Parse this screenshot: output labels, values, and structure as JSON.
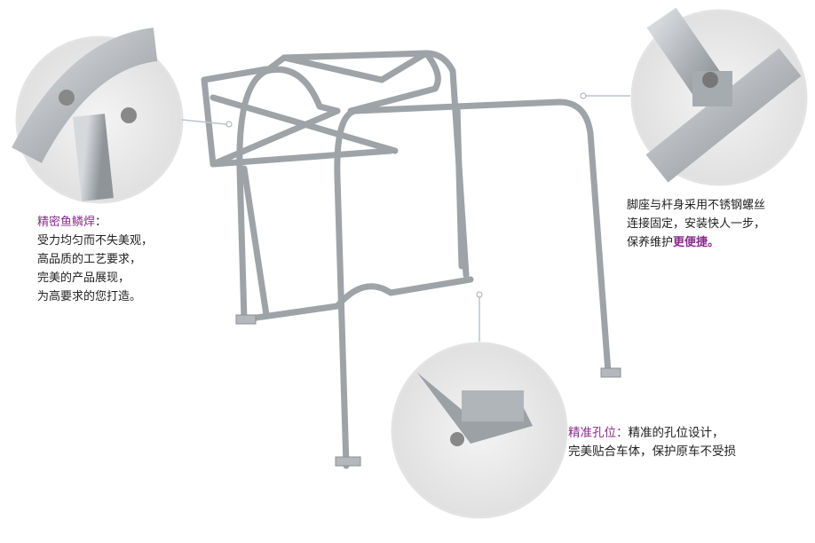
{
  "callouts": {
    "welding": {
      "title": "精密鱼鳞焊",
      "colon": "：",
      "lines": [
        "受力均匀而不失美观，",
        "高品质的工艺要求，",
        "完美的产品展现，",
        "为高要求的您打造。"
      ]
    },
    "mount": {
      "lines": [
        "脚座与杆身采用不锈钢螺丝",
        "连接固定，安装快人一步，"
      ],
      "line3_prefix": "保养维护",
      "line3_highlight": "更便捷。"
    },
    "holes": {
      "title": "精准孔位：",
      "line1_rest": "精准的孔位设计，",
      "line2": "完美贴合车体，保护原车不受损"
    }
  },
  "colors": {
    "accent": "#8a2a8e",
    "text": "#222222",
    "metal": "#a9adb2"
  }
}
